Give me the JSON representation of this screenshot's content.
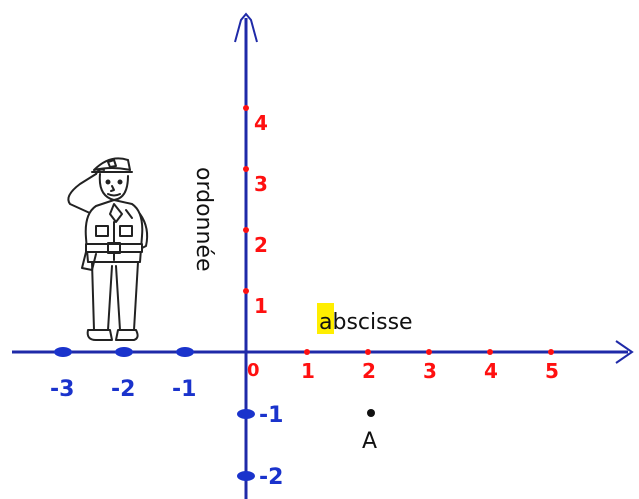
{
  "colors": {
    "axis": "#1f2aa8",
    "red_marks": "#ff1010",
    "blue_marks": "#1a33cc",
    "highlight": "#ffee00",
    "ink": "#111111"
  },
  "axes": {
    "x_word": "abscisse",
    "x_word_first_letter": "a",
    "x_word_rest": "bscisse",
    "y_word": "ordonnée",
    "origin_label": "0"
  },
  "x_positive_ticks": [
    {
      "label": "1",
      "value": 1
    },
    {
      "label": "2",
      "value": 2
    },
    {
      "label": "3",
      "value": 3
    },
    {
      "label": "4",
      "value": 4
    },
    {
      "label": "5",
      "value": 5
    }
  ],
  "x_negative_ticks": [
    {
      "label": "-1",
      "value": -1
    },
    {
      "label": "-2",
      "value": -2
    },
    {
      "label": "-3",
      "value": -3
    }
  ],
  "y_positive_ticks": [
    {
      "label": "1",
      "value": 1
    },
    {
      "label": "2",
      "value": 2
    },
    {
      "label": "3",
      "value": 3
    },
    {
      "label": "4",
      "value": 4
    }
  ],
  "y_negative_ticks": [
    {
      "label": "-1",
      "value": -1
    },
    {
      "label": "-2",
      "value": -2
    }
  ],
  "point": {
    "label": "A",
    "x": 2,
    "y": -1
  },
  "illustration": "saluting-police-officer-figure"
}
